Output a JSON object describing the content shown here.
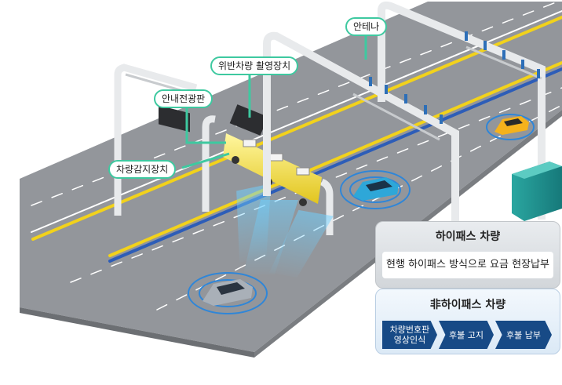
{
  "callouts": {
    "sign": "안내전광판",
    "camera": "위반차량 촬영장치",
    "sensor": "차량감지장치",
    "antenna": "안테나"
  },
  "panels": {
    "hipass": {
      "title": "하이패스 차량",
      "description": "현행 하이패스 방식으로 요금 현장납부"
    },
    "non_hipass": {
      "title": "非하이패스 차량",
      "steps": [
        "차량번호판\n영상인식",
        "후불 고지",
        "후불 납부"
      ]
    }
  },
  "colors": {
    "callout_border": "#3ec9a0",
    "road": "#8c8f94",
    "yellow_line": "#f2d21b",
    "blue_line": "#2d5db8",
    "gantry_beam": "#f5e94a",
    "step_fill": "#174a86"
  }
}
